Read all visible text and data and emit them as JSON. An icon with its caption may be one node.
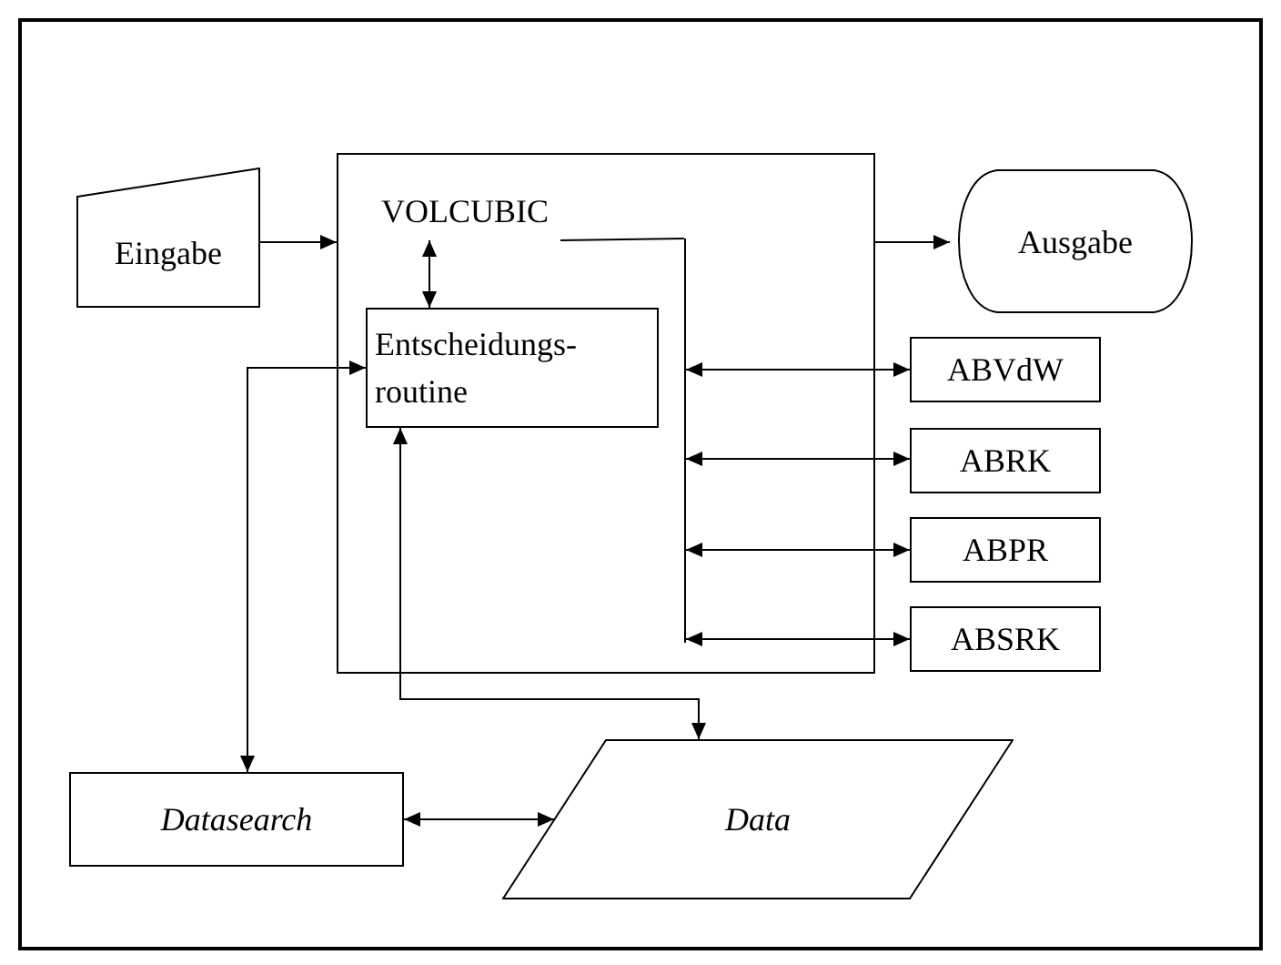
{
  "diagram": {
    "nodes": [
      {
        "text": [
          "Eingabe"
        ]
      },
      {
        "text": [],
        "shape": "box"
      },
      {
        "text": [
          "VOLCUBIC"
        ],
        "in": 1
      },
      {
        "text": [
          "Entscheidungs- routine"
        ],
        "in": 1
      },
      {
        "text": [],
        "shape": "bar",
        "in": 1
      },
      {
        "text": [
          "Ausgabe"
        ]
      },
      {
        "text": [
          "ABVdW"
        ]
      },
      {
        "text": [
          "ABRK"
        ]
      },
      {
        "text": [
          "ABPR"
        ]
      },
      {
        "text": [
          "ABSRK"
        ]
      },
      {
        "text": [
          "Datasearch"
        ]
      },
      {
        "text": [
          "Data"
        ]
      }
    ],
    "edges": [
      {
        "from": 0,
        "to": 1,
        "arrow": "to"
      },
      {
        "from": 1,
        "to": 5,
        "arrow": "to"
      },
      {
        "from": 2,
        "to": 3,
        "arrow": "both"
      },
      {
        "from": 2,
        "to": 4,
        "arrow": "none"
      },
      {
        "from": 4,
        "to": 6,
        "arrow": "both"
      },
      {
        "from": 4,
        "to": 7,
        "arrow": "both"
      },
      {
        "from": 4,
        "to": 8,
        "arrow": "both"
      },
      {
        "from": 4,
        "to": 9,
        "arrow": "both"
      },
      {
        "from": 3,
        "to": 10,
        "arrow": "both"
      },
      {
        "from": 3,
        "to": 11,
        "arrow": "both"
      },
      {
        "from": 10,
        "to": 11,
        "arrow": "both"
      }
    ]
  }
}
